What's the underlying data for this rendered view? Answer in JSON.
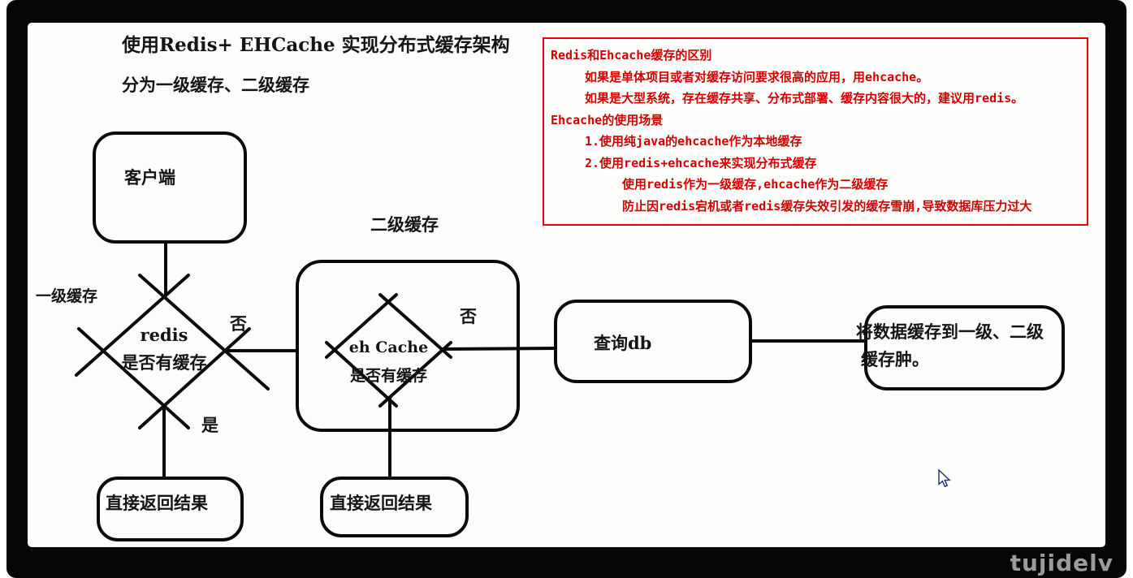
{
  "titles": {
    "title": "使用Redis+ EHCache 实现分布式缓存架构",
    "subtitle": "分为一级缓存、二级缓存"
  },
  "notes": {
    "lines": [
      "Redis和Ehcache缓存的区别",
      "如果是单体项目或者对缓存访问要求很高的应用，用ehcache。",
      "如果是大型系统，存在缓存共享、分布式部署、缓存内容很大的，建议用redis。",
      "Ehcache的使用场景",
      "1.使用纯java的ehcache作为本地缓存",
      "2.使用redis+ehcache来实现分布式缓存",
      "使用redis作为一级缓存,ehcache作为二级缓存",
      "防止因redis宕机或者redis缓存失效引发的缓存雪崩,导致数据库压力过大"
    ]
  },
  "flow": {
    "client": "客户端",
    "level1_label": "一级缓存",
    "level2_label": "二级缓存",
    "redis_line1": "redis",
    "redis_line2": "是否有缓存",
    "no1": "否",
    "yes": "是",
    "eh_line1": "eh Cache",
    "eh_line2": "是否有缓存",
    "no2": "否",
    "query_db": "查询db",
    "store_line1": "将数据缓存到一级、二级",
    "store_line2": "缓存肿。",
    "return_left": "直接返回结果",
    "return_mid": "直接返回结果"
  },
  "frame": {
    "watermark": "tujidelv"
  },
  "colors": {
    "note_border": "#f20000",
    "note_text": "#d30000",
    "stroke": "#0a0a0a",
    "frame_bg": "#060606",
    "canvas_bg": "#fdfdfb"
  }
}
